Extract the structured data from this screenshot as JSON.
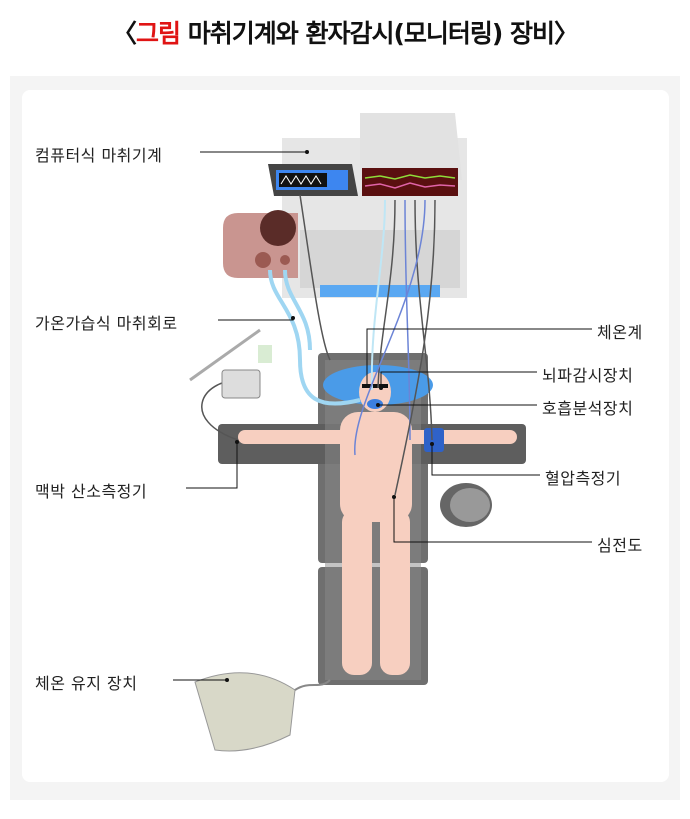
{
  "title": {
    "prefix": "〈",
    "highlight": "그림",
    "text": " 마취기계와 환자감시(모니터링) 장비〉"
  },
  "labels": {
    "anesthesia_machine": "컴퓨터식 마취기계",
    "heated_circuit": "가온가습식 마취회로",
    "pulse_oximeter": "맥박 산소측정기",
    "warming_device": "체온 유지 장치",
    "thermometer": "체온계",
    "eeg_monitor": "뇌파감시장치",
    "gas_analyzer": "호흡분석장치",
    "bp_monitor": "혈압측정기",
    "ecg": "심전도"
  },
  "colors": {
    "highlight": "#e01414",
    "screen": "#3d86f0",
    "tube": "#9fd6f2",
    "bed": "#7a7a7a"
  }
}
